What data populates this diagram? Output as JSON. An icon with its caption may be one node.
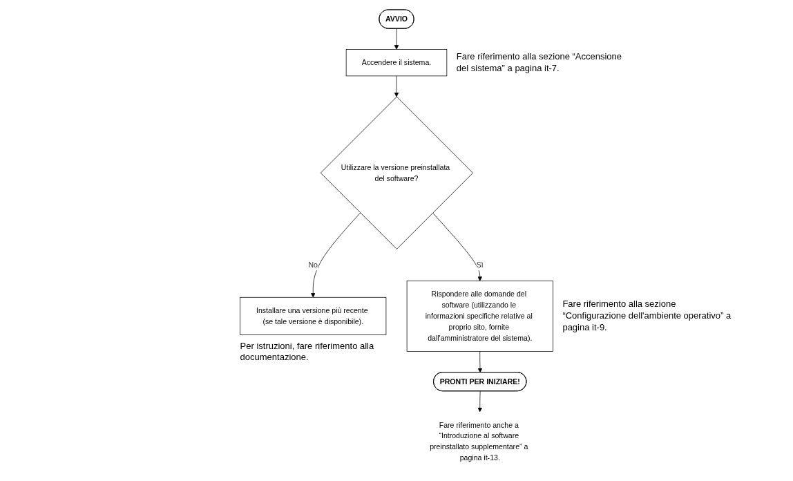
{
  "diagram": {
    "nodes": [
      {
        "text": [
          "AVVIO"
        ]
      },
      {
        "text": [
          "Accendere il sistema."
        ],
        "beside": [
          "Fare riferimento alla sezione “Accensione del sistema” a pagina it-7."
        ]
      },
      {
        "text": [
          "Utilizzare la versione preinstallata del software?"
        ]
      },
      {
        "text": [
          "Installare una versione più recente (se tale versione è disponibile)."
        ],
        "beside": [
          "Per istruzioni, fare riferimento alla documentazione."
        ]
      },
      {
        "text": [
          "Rispondere alle domande del software (utilizzando le informazioni specifiche relative al proprio sito, fornite dall'amministratore del sistema)."
        ],
        "beside": [
          "Fare riferimento alla sezione “Configurazione dell'ambiente operativo” a pagina it-9."
        ]
      },
      {
        "text": [
          "PRONTI PER INIZIARE!"
        ]
      },
      {
        "text": [
          "Fare riferimento anche a “Introduzione al software preinstallato supplementare” a pagina it-13."
        ]
      }
    ],
    "edges": [
      {
        "from": 0,
        "to": 1,
        "arrow": "to"
      },
      {
        "from": 1,
        "to": 2,
        "arrow": "to"
      },
      {
        "from": 2,
        "to": 3,
        "arrow": "to",
        "label": "No"
      },
      {
        "from": 2,
        "to": 4,
        "arrow": "to",
        "label": "Sì"
      },
      {
        "from": 4,
        "to": 5,
        "arrow": "to"
      },
      {
        "from": 5,
        "to": 6,
        "arrow": "to"
      }
    ]
  }
}
